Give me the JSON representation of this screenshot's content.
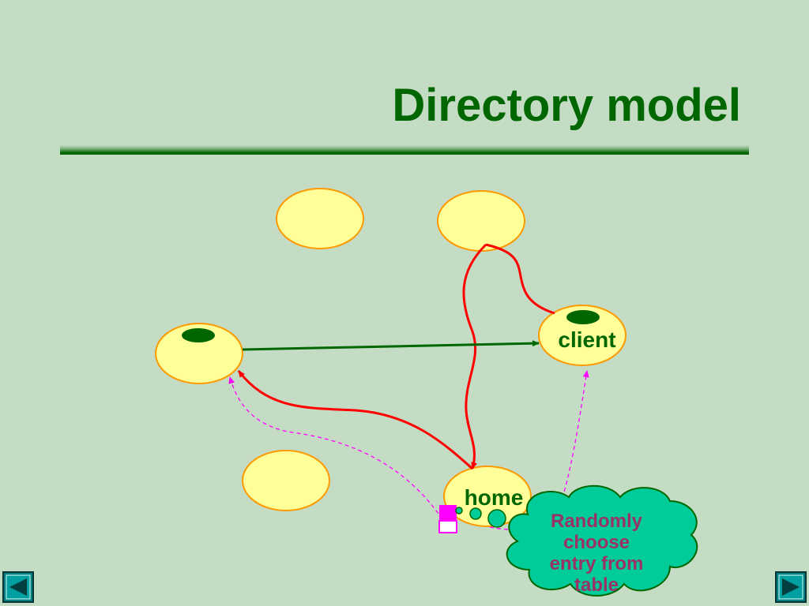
{
  "slide": {
    "title": "Directory model"
  },
  "nodes": {
    "client_label": "client",
    "home_label": "home"
  },
  "callout": {
    "lines": [
      "Randomly",
      "choose",
      "entry from",
      "table"
    ]
  },
  "colors": {
    "background": "#c4dcc4",
    "title": "#006600",
    "node_fill": "#ffff99",
    "node_stroke": "#ff9900",
    "token": "#006600",
    "red_path": "#ff0000",
    "green_arrow": "#006600",
    "dashed_arrow": "#ff00ff",
    "cloud_fill": "#00cc99",
    "cloud_text": "#993366",
    "nav_button": "#008080"
  },
  "navigation": {
    "prev_icon": "triangle-left-icon",
    "next_icon": "triangle-right-icon"
  }
}
